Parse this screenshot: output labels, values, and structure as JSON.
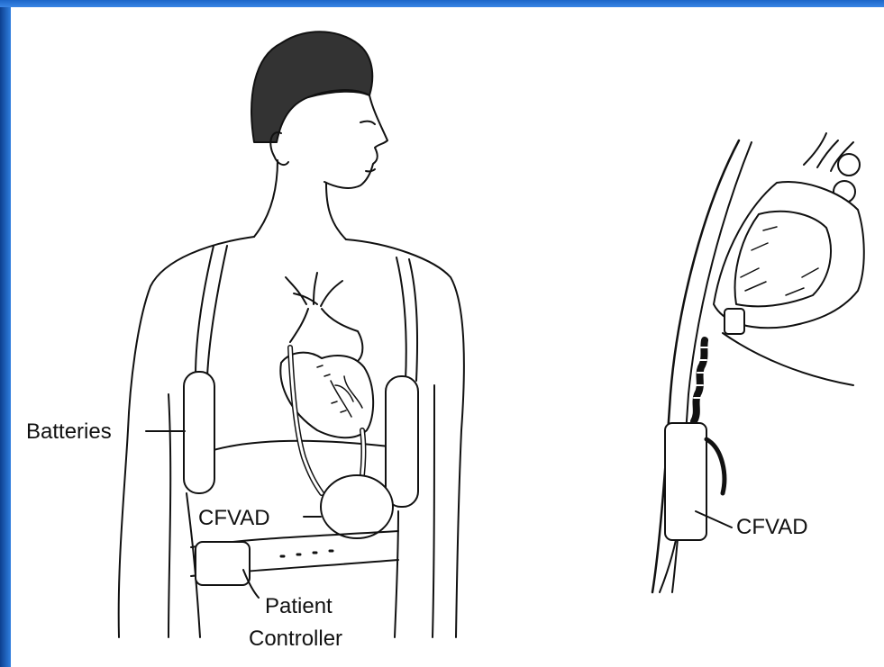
{
  "figure": {
    "labels": {
      "batteries": "Batteries",
      "cfvad_left": "CFVAD",
      "patient": "Patient",
      "controller": "Controller",
      "cfvad_right": "CFVAD"
    }
  },
  "colors": {
    "frame": "#1a5fb8",
    "slide": "#ffffff",
    "ink": "#111111"
  }
}
